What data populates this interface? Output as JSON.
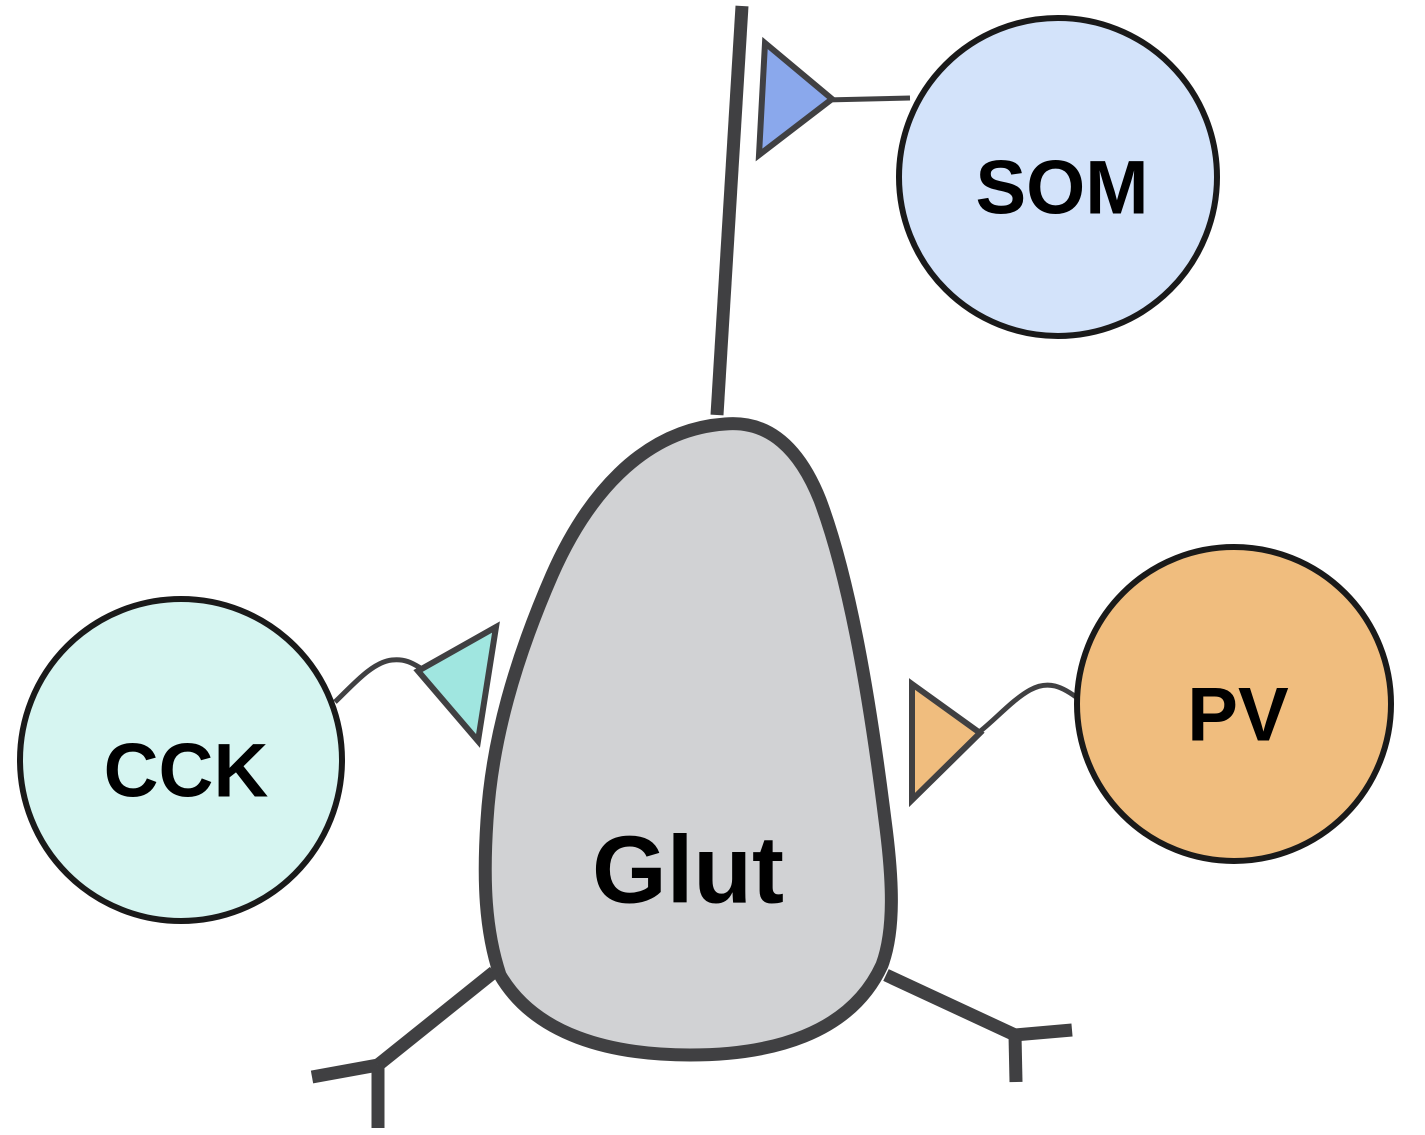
{
  "nodes": {
    "glut": {
      "label": "Glut",
      "color": "#d1d2d4"
    },
    "som": {
      "label": "SOM",
      "color": "#d3e3fa"
    },
    "pv": {
      "label": "PV",
      "color": "#f0bd7e"
    },
    "cck": {
      "label": "CCK",
      "color": "#d6f5f1"
    }
  },
  "synapses": {
    "som": {
      "color": "#8aa8ec"
    },
    "pv": {
      "color": "#f0bd7e"
    },
    "cck": {
      "color": "#a0e6e0"
    }
  },
  "colors": {
    "outline": "#404042",
    "background": "#ffffff"
  }
}
